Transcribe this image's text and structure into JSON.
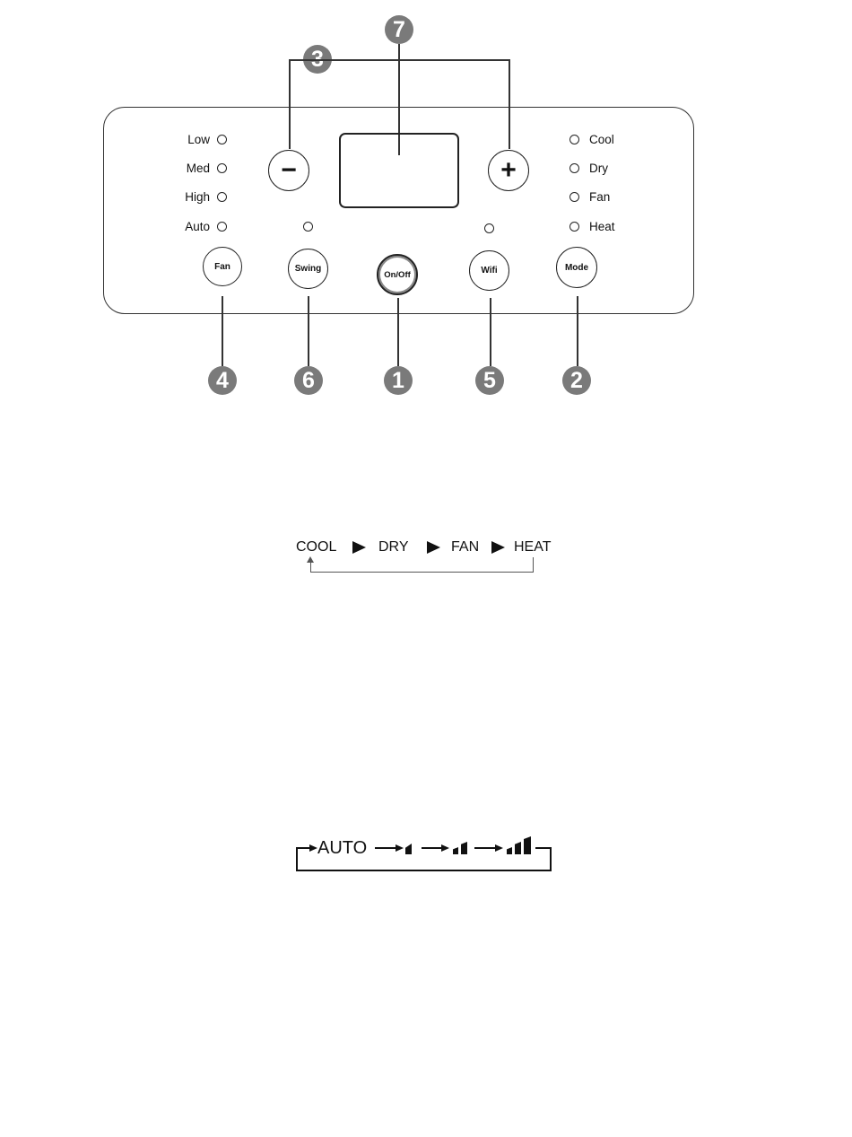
{
  "panel": {
    "fan_speed_labels": [
      "Low",
      "Med",
      "High",
      "Auto"
    ],
    "mode_labels": [
      "Cool",
      "Dry",
      "Fan",
      "Heat"
    ],
    "buttons": {
      "minus": "−",
      "plus": "+",
      "fan": "Fan",
      "swing": "Swing",
      "onoff": "On/Off",
      "wifi": "Wifi",
      "mode": "Mode"
    }
  },
  "callouts": {
    "display": "7",
    "temp_adjust": "3",
    "fan": "4",
    "swing": "6",
    "onoff": "1",
    "wifi": "5",
    "mode": "2"
  },
  "mode_sequence": [
    "COOL",
    "DRY",
    "FAN",
    "HEAT"
  ],
  "fan_sequence": {
    "auto": "AUTO",
    "speed_levels": [
      1,
      2,
      3
    ]
  },
  "colors": {
    "callout_fill": "#7a7a7a",
    "line": "#333333"
  }
}
